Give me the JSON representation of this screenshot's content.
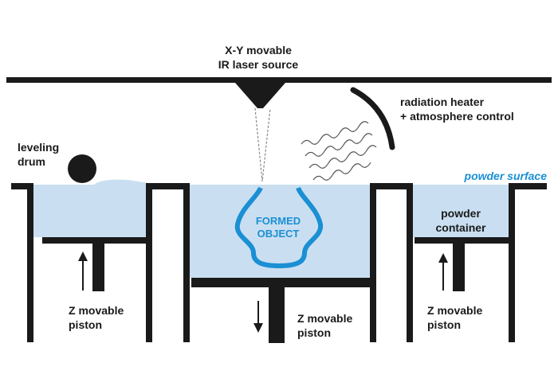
{
  "labels": {
    "laser_line1": "X-Y movable",
    "laser_line2": "IR laser source",
    "heater_line1": "radiation heater",
    "heater_line2": "+ atmosphere control",
    "drum_line1": "leveling",
    "drum_line2": "drum",
    "powder_surface": "powder surface",
    "object_line1": "FORMED",
    "object_line2": "OBJECT",
    "container_line1": "powder",
    "container_line2": "container",
    "piston_left_line1": "Z movable",
    "piston_left_line2": "piston",
    "piston_center_line1": "Z movable",
    "piston_center_line2": "piston",
    "piston_right_line1": "Z movable",
    "piston_right_line2": "piston"
  },
  "colors": {
    "structure": "#1a1a1a",
    "powder": "#c9dff1",
    "object": "#1a8fd4",
    "text_accent": "#1a8fd4"
  }
}
